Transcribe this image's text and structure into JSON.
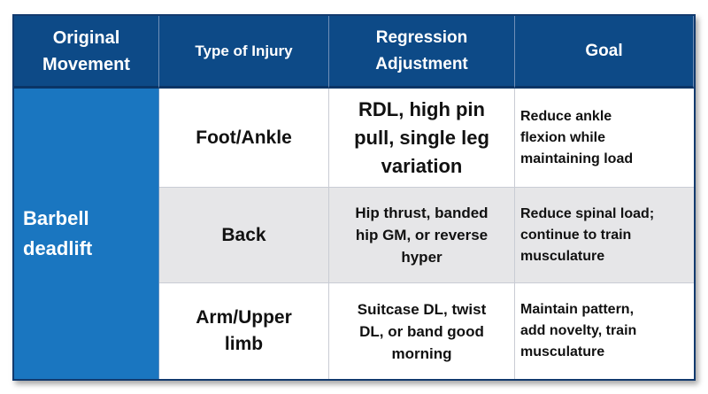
{
  "table": {
    "headers": [
      "Original Movement",
      "Type of Injury",
      "Regression Adjustment",
      "Goal"
    ],
    "original_movement": "Barbell deadlift",
    "rows": [
      {
        "injury": "Foot/Ankle",
        "regression": "RDL, high pin pull, single leg variation",
        "goal": "Reduce ankle flexion while maintaining load"
      },
      {
        "injury": "Back",
        "regression": "Hip thrust, banded hip GM, or reverse hyper",
        "goal": "Reduce spinal load; continue to train musculature"
      },
      {
        "injury": "Arm/Upper limb",
        "regression": "Suitcase DL, twist DL, or band good morning",
        "goal": "Maintain pattern, add novelty, train musculature"
      }
    ]
  },
  "colors": {
    "header_bg": "#0d4a87",
    "side_bg": "#1a76c0",
    "alt_row_bg": "#e6e6e8",
    "frame_border": "#123a6e"
  }
}
